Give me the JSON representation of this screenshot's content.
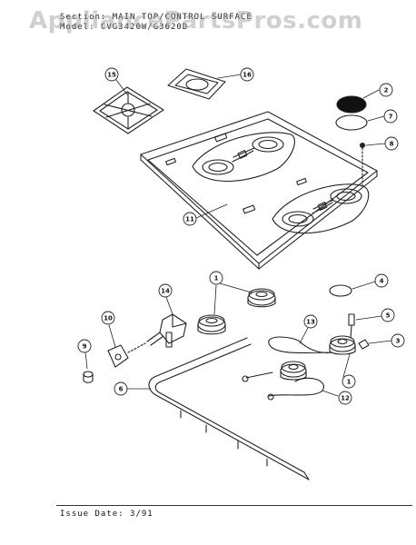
{
  "header": {
    "section_line": "Section: MAIN TOP/CONTROL SURFACE",
    "model_line": "Model: CVG3420W/G3620D"
  },
  "watermark": "AppliancePartsPros.com",
  "footer": {
    "issue_date": "Issue Date: 3/91"
  },
  "callouts": {
    "c1a": "1",
    "c1b": "1",
    "c2": "2",
    "c3": "3",
    "c4": "4",
    "c5": "5",
    "c6": "6",
    "c7": "7",
    "c8": "8",
    "c9": "9",
    "c10": "10",
    "c11": "11",
    "c12": "12",
    "c13": "13",
    "c14": "14",
    "c15": "15",
    "c16": "16"
  }
}
